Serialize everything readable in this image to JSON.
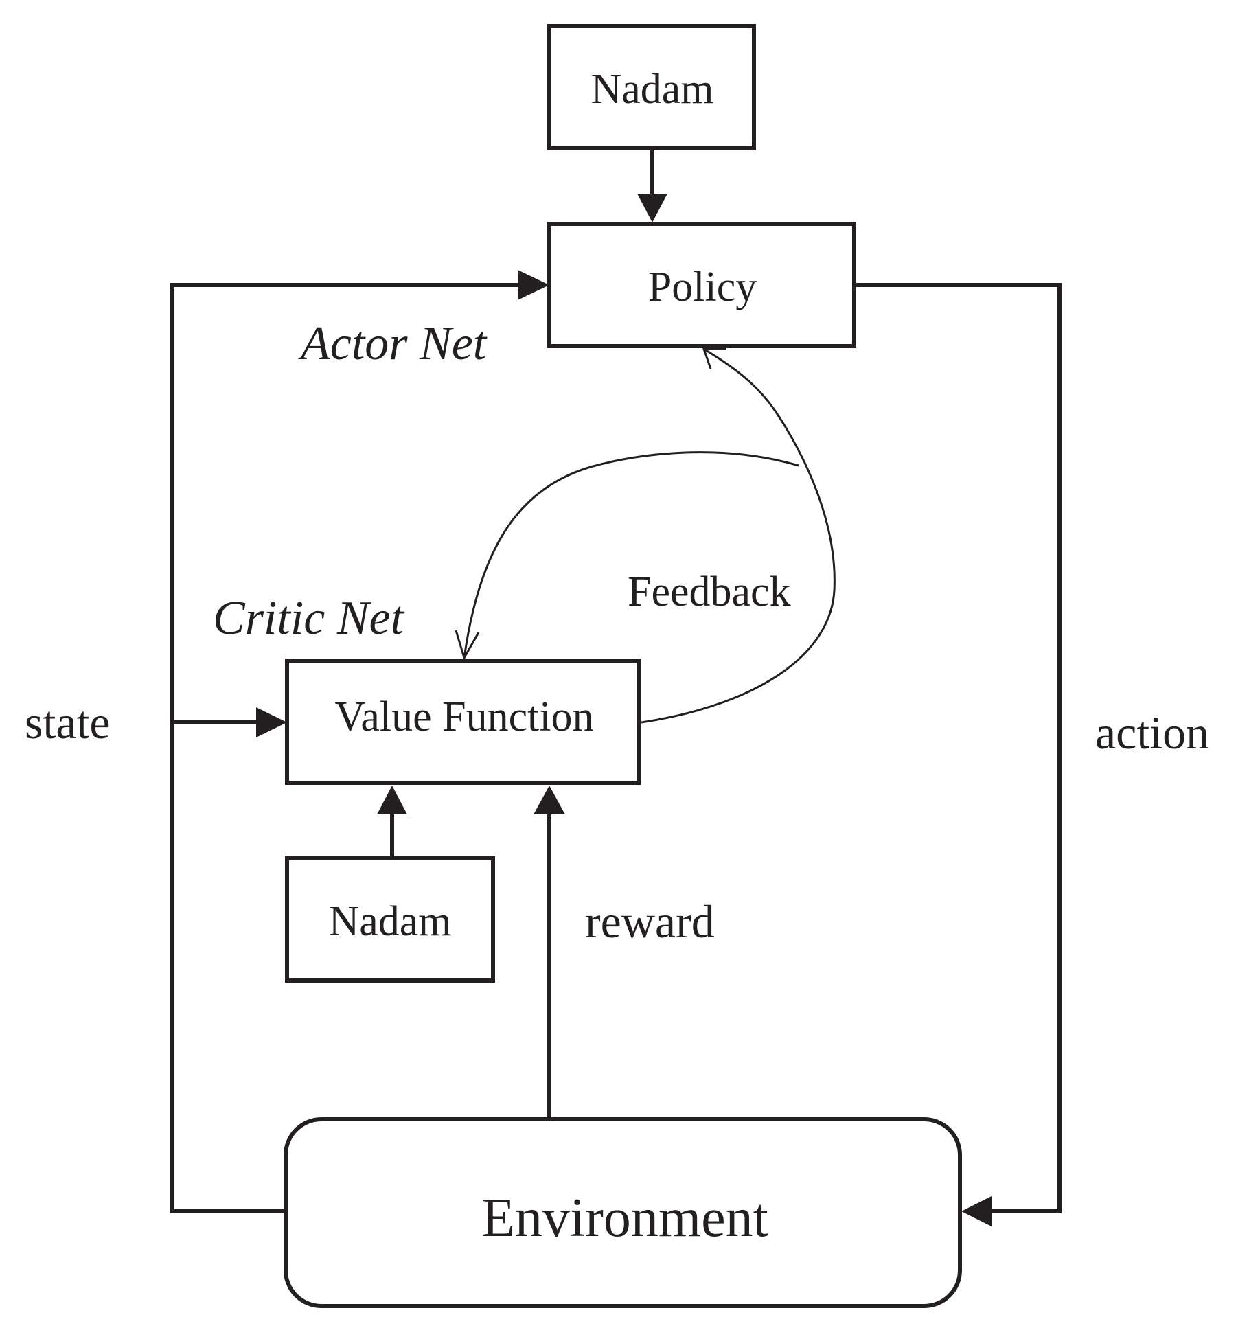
{
  "nodes": {
    "nadam_top": "Nadam",
    "policy": "Policy",
    "value_function": "Value Function",
    "nadam_bottom": "Nadam",
    "environment": "Environment"
  },
  "labels": {
    "actor_net": "Actor Net",
    "critic_net": "Critic Net",
    "state": "state",
    "action": "action",
    "reward": "reward",
    "feedback": "Feedback"
  },
  "edges": [
    {
      "from": "nadam_top",
      "to": "policy"
    },
    {
      "from": "environment",
      "to": "policy",
      "label": "state"
    },
    {
      "from": "environment",
      "to": "value_function",
      "label": "state"
    },
    {
      "from": "policy",
      "to": "environment",
      "label": "action"
    },
    {
      "from": "environment",
      "to": "value_function",
      "label": "reward"
    },
    {
      "from": "nadam_bottom",
      "to": "value_function"
    },
    {
      "from": "value_function",
      "to": "policy",
      "label": "Feedback"
    },
    {
      "from": "value_function",
      "to": "value_function"
    }
  ],
  "colors": {
    "ink": "#231f20",
    "background": "#ffffff"
  }
}
